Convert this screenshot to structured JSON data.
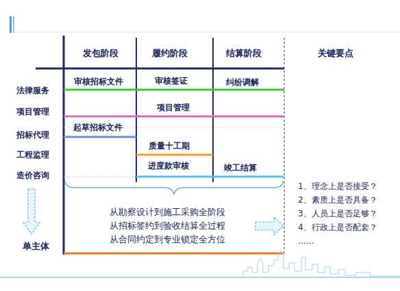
{
  "diagram": {
    "labels": [
      "发包阶段",
      "履约阶段",
      "结算阶段",
      "关键要点",
      "法律服务",
      "审核招标文件",
      "审核签证",
      "纠纷调解",
      "项目管理",
      "项目管理",
      "招标代理",
      "起草招标文件",
      "工程监理",
      "质量十工期",
      "造价咨询",
      "进度款审核",
      "竣工结算",
      "从勘察设计到施工采购全阶段",
      "从招标签约到验收结算全过程",
      "从合同约定到专业锁定全方位",
      "1、理念上是否接受？",
      "2、素质上是否具备？",
      "3、人员上是否足够？",
      "4、行政上是否配套？",
      "……",
      "单主体"
    ]
  }
}
